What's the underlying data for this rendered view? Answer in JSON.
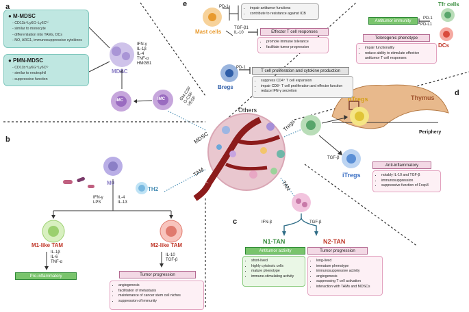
{
  "panels": {
    "a": "a",
    "b": "b",
    "c": "c",
    "d": "d",
    "e": "e"
  },
  "a": {
    "m_mdsc": {
      "title": "● M-MDSC",
      "items": [
        "- CD11b⁺Ly6G⁻Ly6Cʰⁱ",
        "- similar to monocyte",
        "- differentiation into TAMs, DCs",
        "- NO, ARG1, immunosuppressive cytokines"
      ]
    },
    "pmn_mdsc": {
      "title": "● PMN-MDSC",
      "items": [
        "- CD11b⁺Ly6G⁺Ly6Cˡᵒ",
        "- similar to neutrophil",
        "- suppressive function"
      ]
    },
    "mdsc_label": "MDSC",
    "cytokines": [
      "IFN-γ",
      "IL-1β",
      "IL-4",
      "TNF-α",
      "HMGB1"
    ],
    "imc1": "IMC",
    "imc2": "IMC",
    "growth": [
      "GM-CSF",
      "G-CSF",
      "VEGF"
    ]
  },
  "center": {
    "mdsc": "MDSC",
    "tam": "TAM",
    "others": "Others",
    "tregs": "Tregs",
    "tan": "TAN"
  },
  "b": {
    "m0": "M0",
    "th2": "TH2",
    "m1_signals": [
      "IFN-γ",
      "LPS"
    ],
    "m2_signals": [
      "IL-4",
      "IL-13"
    ],
    "m1_label": "M1-like TAM",
    "m2_label": "M2-like TAM",
    "m1_out": [
      "IL-1β",
      "IL-6",
      "TNF-α"
    ],
    "m2_out": [
      "IL-10",
      "TGF-β"
    ],
    "m1_header": "Pro-inflammatory",
    "m2_header": "Tumor progression",
    "m2_items": [
      "angiogenesis",
      "facilitation of metastasis",
      "maintenance of cancer stem cell niches",
      "suppression of immunity"
    ]
  },
  "c": {
    "ifn": "IFN-β",
    "tgf": "TGF-β",
    "n1": "N1-TAN",
    "n2": "N2-TAN",
    "n1_header": "Antitumor activity",
    "n2_header": "Tumor progression",
    "n1_items": [
      "short-lived",
      "highly cytotoxic cells",
      "mature phenotype",
      "immune-stimulating activity"
    ],
    "n2_items": [
      "long-lived",
      "immature phenotype",
      "immunosuppressive activity",
      "angiogenesis",
      "suppressing T cell activation",
      "interaction with TAMs and MDSCs"
    ]
  },
  "d": {
    "thymus": "Thymus",
    "periphery": "Periphery",
    "ntregs": "nTregs",
    "itregs": "iTregs",
    "tgf": "TGF-β",
    "header": "Anti-inflammatory",
    "items": [
      "notably IL-10 and TGF-β",
      "immunosuppression",
      "suppressive function of Foxp3"
    ]
  },
  "e": {
    "pd1_mast": "PD-1",
    "mast_items": [
      "impair antitumor functions",
      "contribute to resistance against ICB"
    ],
    "mast_label": "Mast cells",
    "mast_cyt": [
      "TGF-β1",
      "IL-10"
    ],
    "effector_header": "Effector T cell responses",
    "effector_items": [
      "promote immune tolerance",
      "facilitate tumor progression"
    ],
    "bregs_label": "Bregs",
    "pd1_bregs": "PD-1",
    "bregs_header": "T cell proliferation and cytokine production",
    "bregs_items": [
      "suppress CD4⁺ T cell expansion",
      "impair CD8⁺ T cell proliferation and effector function",
      "reduce IFN-γ secretion"
    ],
    "tfr_label": "Tfr cells",
    "antitumor_header": "Antitumor immunity",
    "pd1": "PD-1",
    "pdl1": "PD-L1",
    "dcs_label": "DCs",
    "tolero_header": "Tolerogenic phenotype",
    "tolero_items": [
      "impair functionality",
      "reduce ability to stimulate effective antitumor T cell responses"
    ]
  },
  "colors": {
    "purple": "#8b7fc6",
    "red": "#c0392b",
    "green": "#3a8d3f",
    "teal": "#2e7d8c",
    "blue": "#2f5ea8",
    "orange": "#e89a2e"
  }
}
